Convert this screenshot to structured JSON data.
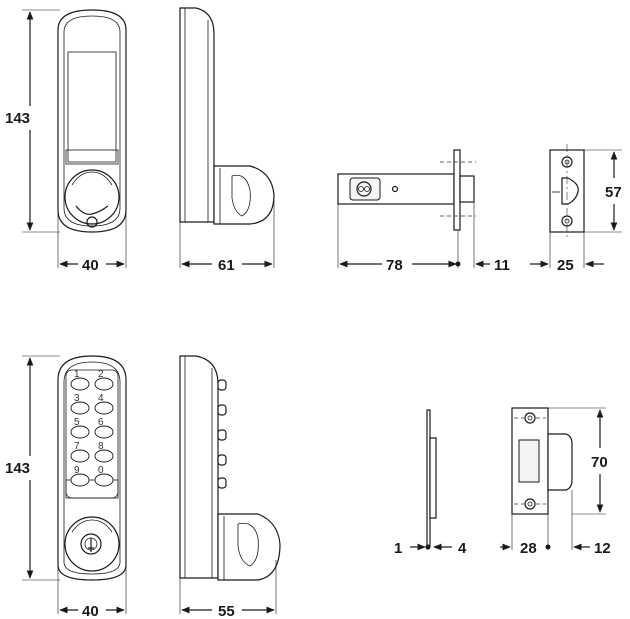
{
  "views": {
    "mech_front": {
      "height": "143",
      "width": "40"
    },
    "mech_side": {
      "depth": "61"
    },
    "latch": {
      "length": "78",
      "plate": "11"
    },
    "strike_small": {
      "width": "25",
      "height": "57"
    },
    "digital_front": {
      "height": "143",
      "width": "40"
    },
    "digital_side": {
      "depth": "55"
    },
    "strike_edge": {
      "plate": "1",
      "offset": "4"
    },
    "strike_large": {
      "width": "28",
      "lip": "12",
      "height": "70"
    }
  },
  "keypad": {
    "keys": [
      "1",
      "2",
      "3",
      "4",
      "5",
      "6",
      "7",
      "8",
      "9",
      "0"
    ]
  }
}
